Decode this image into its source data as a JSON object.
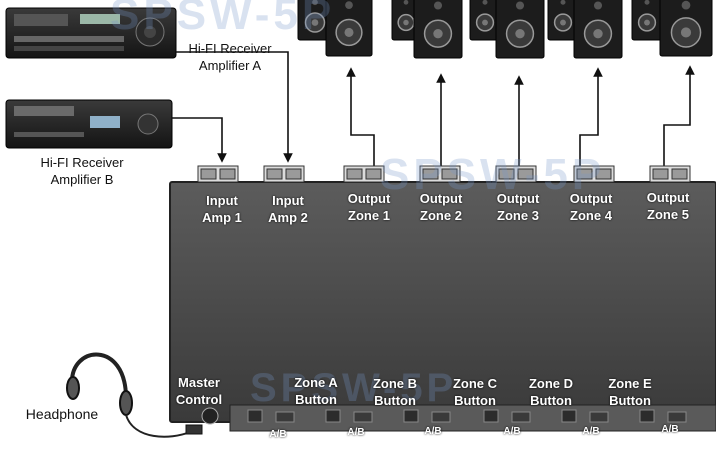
{
  "diagram": {
    "watermark": "SPSW-5P",
    "sources": [
      {
        "line1": "Hi-FI Receiver",
        "line2": "Amplifier A"
      },
      {
        "line1": "Hi-FI Receiver",
        "line2": "Amplifier B"
      }
    ],
    "inputs": [
      {
        "line1": "Input",
        "line2": "Amp 1"
      },
      {
        "line1": "Input",
        "line2": "Amp 2"
      }
    ],
    "outputs": [
      {
        "line1": "Output",
        "line2": "Zone 1"
      },
      {
        "line1": "Output",
        "line2": "Zone 2"
      },
      {
        "line1": "Output",
        "line2": "Zone 3"
      },
      {
        "line1": "Output",
        "line2": "Zone 4"
      },
      {
        "line1": "Output",
        "line2": "Zone 5"
      }
    ],
    "master": {
      "line1": "Master",
      "line2": "Control"
    },
    "zone_buttons": [
      {
        "line1": "Zone A",
        "line2": "Button"
      },
      {
        "line1": "Zone B",
        "line2": "Button"
      },
      {
        "line1": "Zone C",
        "line2": "Button"
      },
      {
        "line1": "Zone D",
        "line2": "Button"
      },
      {
        "line1": "Zone E",
        "line2": "Button"
      }
    ],
    "ab_label": "A/B",
    "headphone": "Headphone",
    "colors": {
      "panel": "#4a4a4a",
      "panel_edge": "#2a2a2a",
      "line": "#111111",
      "speaker": "#1c1c1c"
    }
  }
}
